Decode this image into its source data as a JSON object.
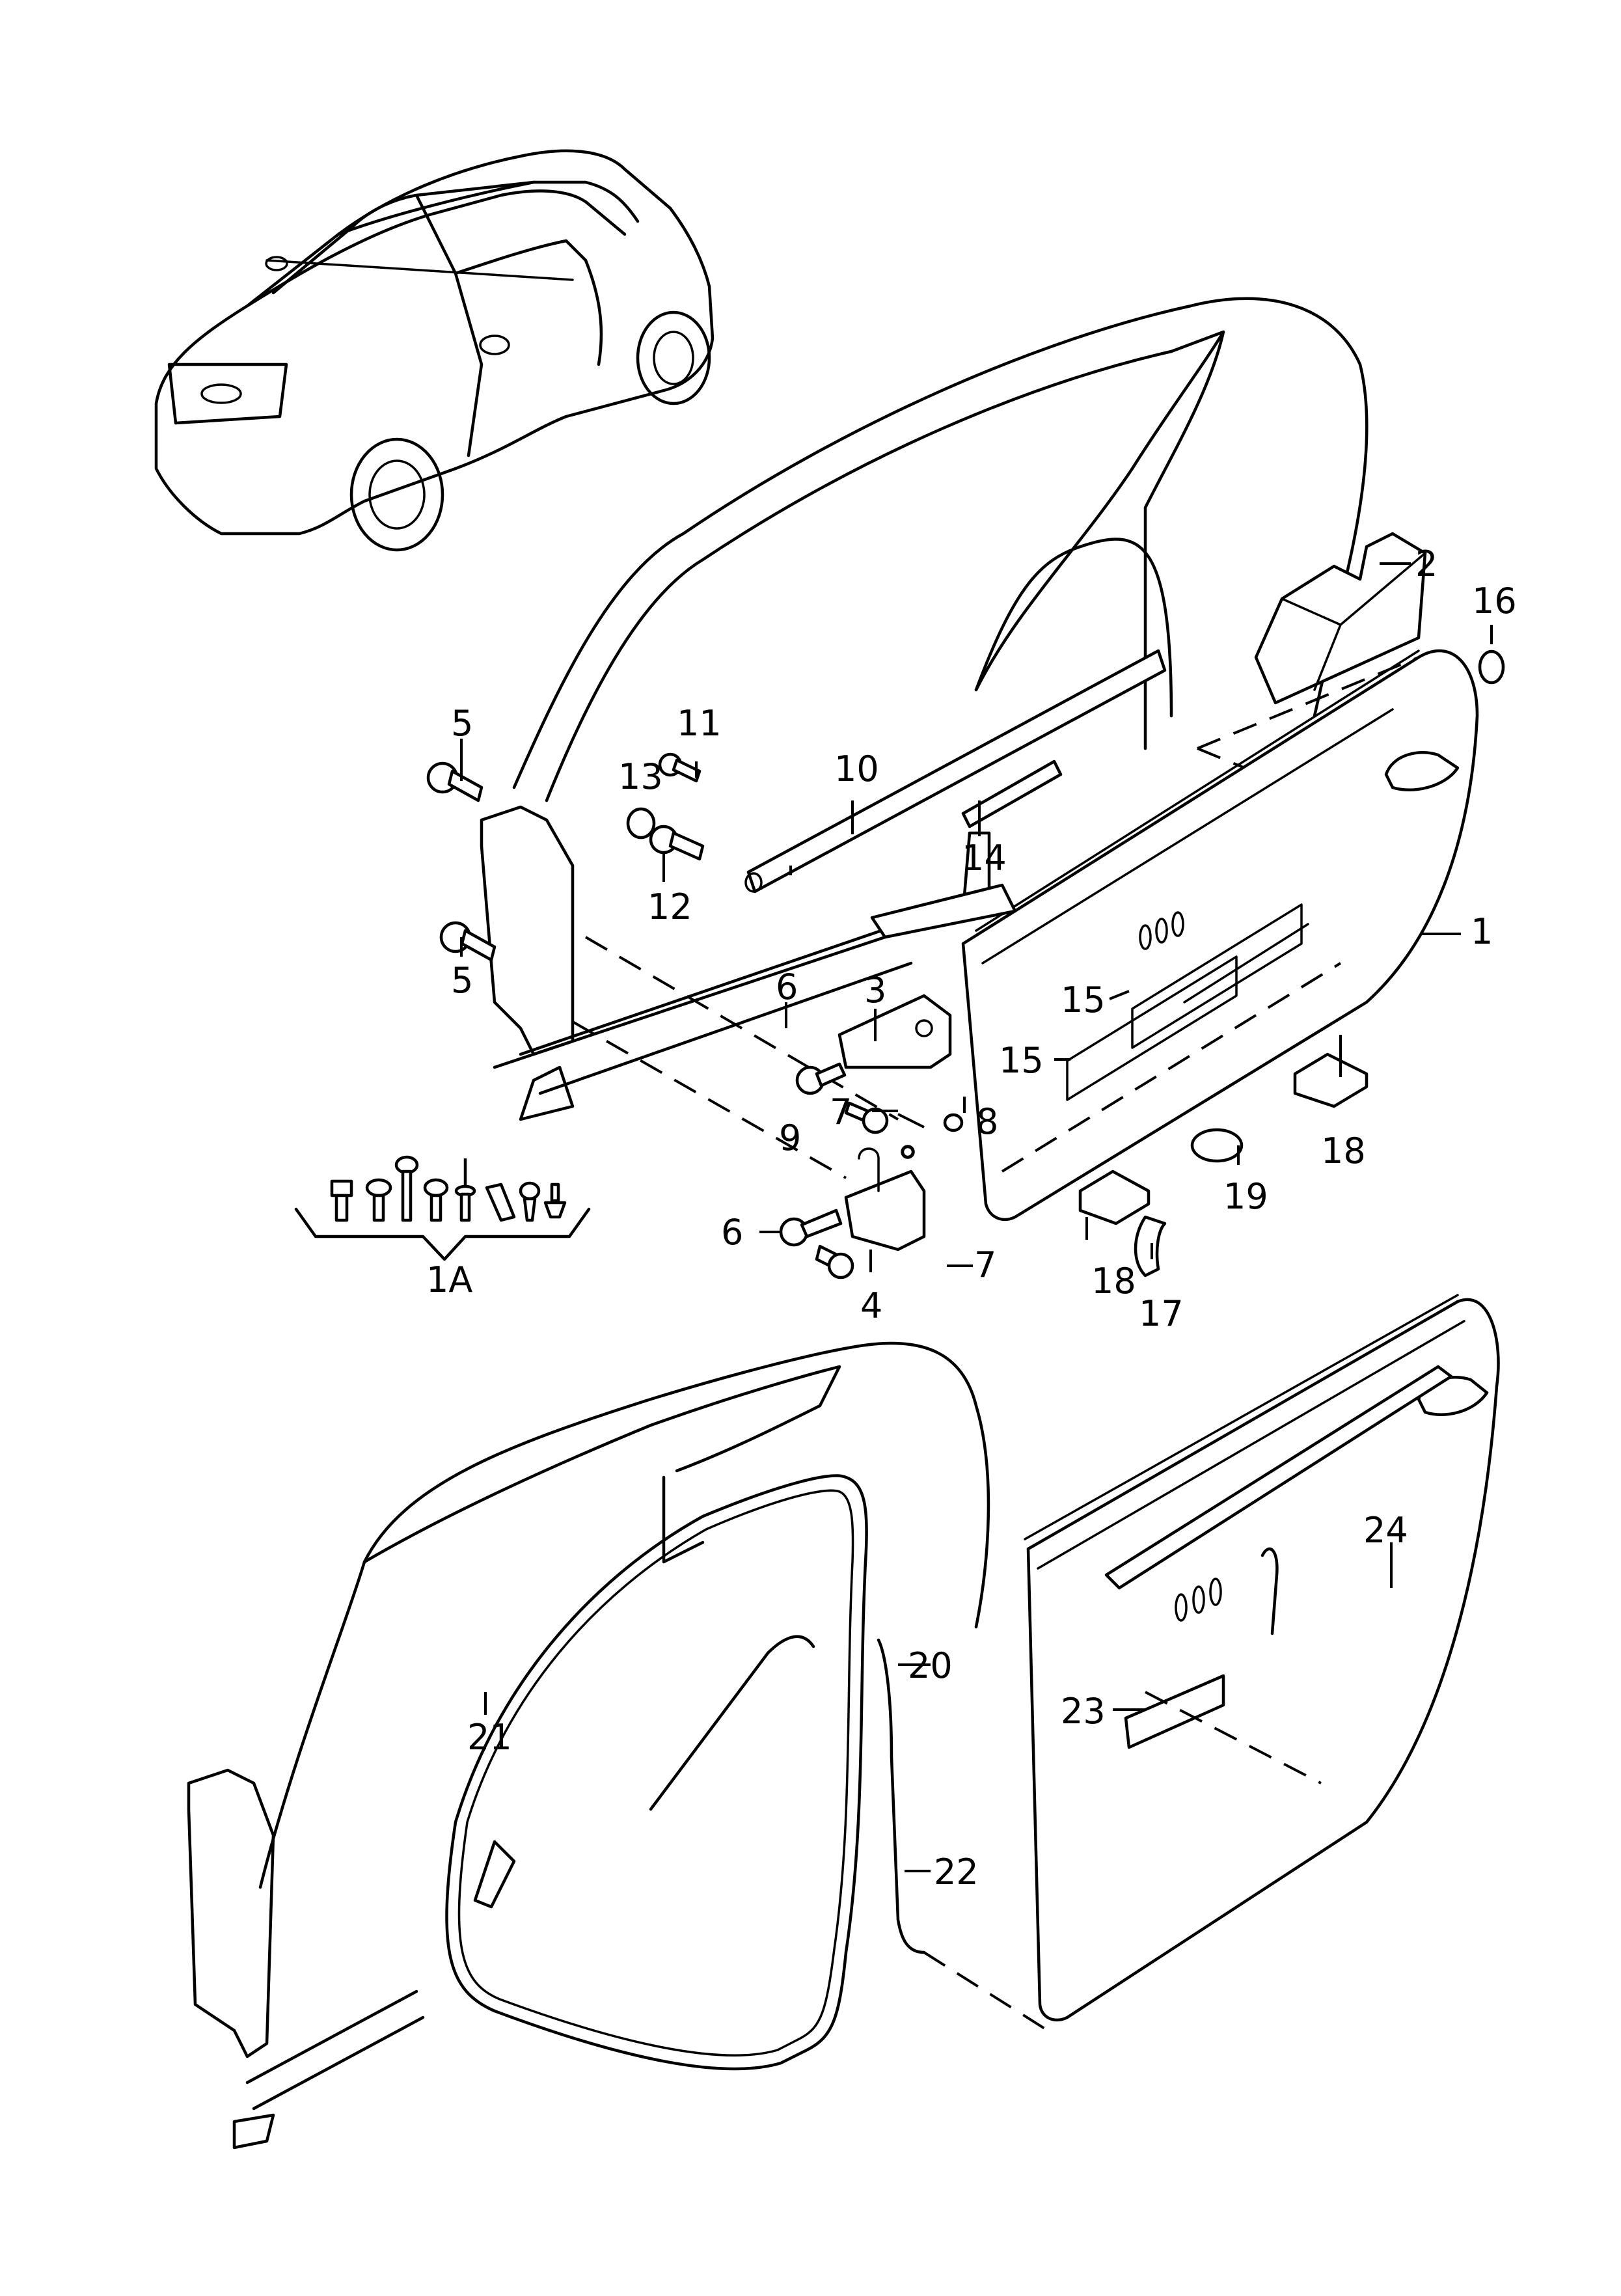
{
  "diagram": {
    "type": "exploded-parts-diagram",
    "subject": "Coupe door and side body panel assembly",
    "callouts": [
      {
        "id": "c1",
        "label": "1",
        "part": "door"
      },
      {
        "id": "c1a",
        "label": "1A",
        "part": "fastener set"
      },
      {
        "id": "c2",
        "label": "2",
        "part": "impact absorber block"
      },
      {
        "id": "c3",
        "label": "3",
        "part": "upper door hinge"
      },
      {
        "id": "c4",
        "label": "4",
        "part": "lower door hinge"
      },
      {
        "id": "c5a",
        "label": "5",
        "part": "bolt"
      },
      {
        "id": "c5b",
        "label": "5",
        "part": "bolt"
      },
      {
        "id": "c6a",
        "label": "6",
        "part": "torx bolt"
      },
      {
        "id": "c6b",
        "label": "6",
        "part": "torx bolt"
      },
      {
        "id": "c7a",
        "label": "7",
        "part": "torx bolt"
      },
      {
        "id": "c7b",
        "label": "7",
        "part": "torx bolt"
      },
      {
        "id": "c8",
        "label": "8",
        "part": "cap"
      },
      {
        "id": "c9",
        "label": "9",
        "part": "nut"
      },
      {
        "id": "c10",
        "label": "10",
        "part": "seal strip"
      },
      {
        "id": "c11",
        "label": "11",
        "part": "bolt"
      },
      {
        "id": "c12",
        "label": "12",
        "part": "bolt"
      },
      {
        "id": "c13",
        "label": "13",
        "part": "cap"
      },
      {
        "id": "c14",
        "label": "14",
        "part": "buffer"
      },
      {
        "id": "c15a",
        "label": "15",
        "part": "damping panel"
      },
      {
        "id": "c15b",
        "label": "15",
        "part": "damping panel"
      },
      {
        "id": "c16",
        "label": "16",
        "part": "clip"
      },
      {
        "id": "c17",
        "label": "17",
        "part": "plug"
      },
      {
        "id": "c18a",
        "label": "18",
        "part": "plug"
      },
      {
        "id": "c18b",
        "label": "18",
        "part": "plug"
      },
      {
        "id": "c19",
        "label": "19",
        "part": "plug"
      },
      {
        "id": "c20",
        "label": "20",
        "part": "door seal"
      },
      {
        "id": "c21",
        "label": "21",
        "part": "seal"
      },
      {
        "id": "c22",
        "label": "22",
        "part": "seal"
      },
      {
        "id": "c23",
        "label": "23",
        "part": "cover strip"
      },
      {
        "id": "c24",
        "label": "24",
        "part": "window weatherstrip"
      }
    ]
  }
}
